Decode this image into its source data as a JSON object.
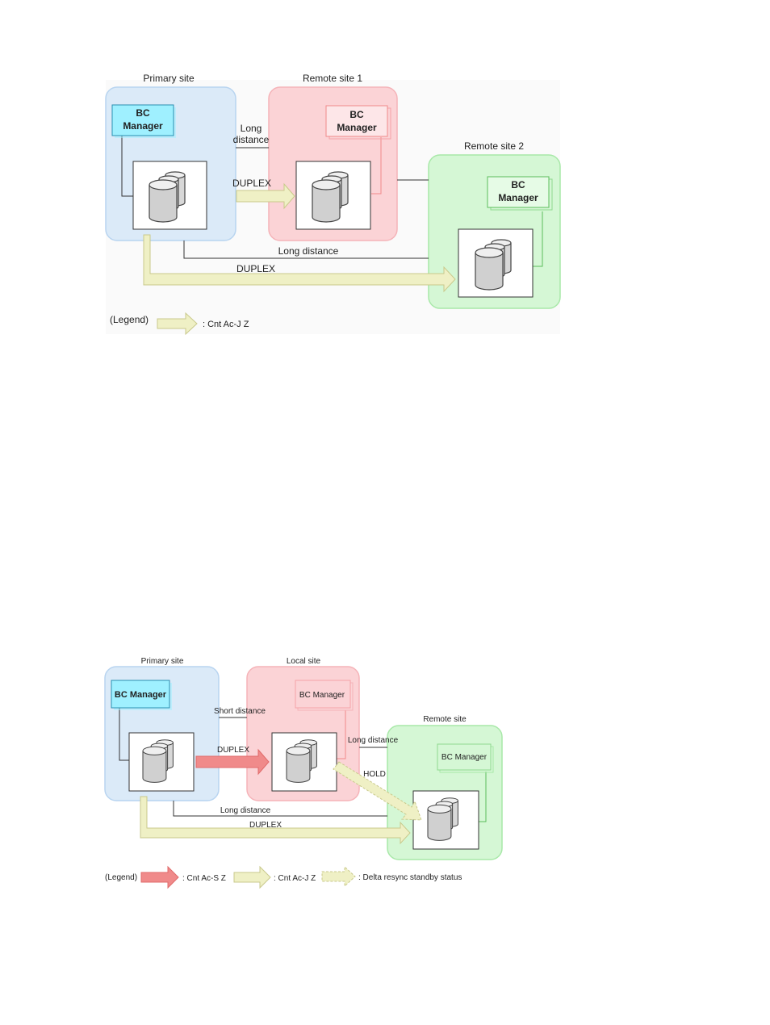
{
  "diagram1": {
    "site_primary": "Primary site",
    "site_remote1": "Remote site 1",
    "site_remote2": "Remote site 2",
    "bc_line1": "BC",
    "bc_line2": "Manager",
    "long_distance_1a": "Long",
    "long_distance_1b": "distance",
    "duplex_top": "DUPLEX",
    "long_distance_2": "Long distance",
    "duplex_bottom": "DUPLEX",
    "legend_label": "(Legend)",
    "legend_item": ": Cnt Ac-J Z"
  },
  "diagram2": {
    "site_primary": "Primary site",
    "site_local": "Local site",
    "site_remote": "Remote site",
    "bc_manager": "BC Manager",
    "short_distance": "Short distance",
    "duplex_red": "DUPLEX",
    "long_distance_a": "Long distance",
    "hold": "HOLD",
    "long_distance_b": "Long distance",
    "duplex_bottom": "DUPLEX",
    "legend_label": "(Legend)",
    "legend_item1": ": Cnt Ac-S Z",
    "legend_item2": ": Cnt Ac-J Z",
    "legend_item3": ": Delta resync standby status"
  },
  "colors": {
    "primary_fill": "#dbeaf8",
    "remote1_fill": "#fbd3d6",
    "remote2_fill": "#d5f7d5",
    "bc_primary": "#9ff0ff",
    "arrow_yellow": "#eff0c5",
    "arrow_red": "#f08a8a"
  }
}
